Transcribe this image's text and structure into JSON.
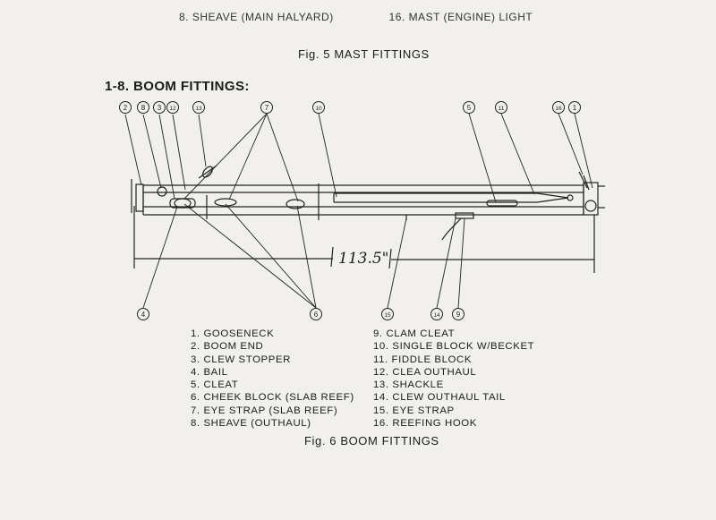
{
  "top_cut_items": [
    "8. SHEAVE (MAIN HALYARD)",
    "16. MAST (ENGINE) LIGHT"
  ],
  "fig5_caption": "Fig. 5  MAST FITTINGS",
  "section_title": "1-8.  BOOM FITTINGS:",
  "dimension": "113.5\"",
  "callouts": [
    "2",
    "8",
    "3",
    "12",
    "13",
    "7",
    "10",
    "5",
    "11",
    "16",
    "1",
    "4",
    "6",
    "15",
    "14",
    "9"
  ],
  "legend_left": [
    "1.  GOOSENECK",
    "2.  BOOM END",
    "3.  CLEW STOPPER",
    "4.  BAIL",
    "5.  CLEAT",
    "6.  CHEEK BLOCK (SLAB REEF)",
    "7.  EYE STRAP (SLAB REEF)",
    "8.  SHEAVE (OUTHAUL)"
  ],
  "legend_right": [
    "9.  CLAM CLEAT",
    "10.  SINGLE BLOCK W/BECKET",
    "11.  FIDDLE BLOCK",
    "12.  CLEA OUTHAUL",
    "13.  SHACKLE",
    "14.  CLEW OUTHAUL TAIL",
    "15.  EYE STRAP",
    "16.  REEFING HOOK"
  ],
  "fig6_caption": "Fig. 6  BOOM FITTINGS"
}
